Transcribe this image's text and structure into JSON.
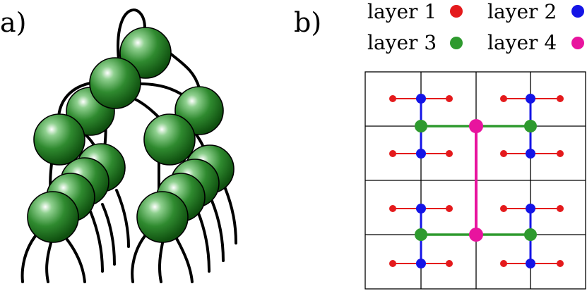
{
  "panels": {
    "a": {
      "label": "a)"
    },
    "b": {
      "label": "b)"
    }
  },
  "legend": [
    {
      "label": "layer 1",
      "color": "#e41a1c"
    },
    {
      "label": "layer 2",
      "color": "#1414e6"
    },
    {
      "label": "layer 3",
      "color": "#2e9a2e"
    },
    {
      "label": "layer 4",
      "color": "#e8149e"
    }
  ],
  "colors": {
    "node_green": "#2f8a2f",
    "node_green_dark": "#0f4f0f",
    "line": "#000000",
    "grid": "#000000"
  }
}
